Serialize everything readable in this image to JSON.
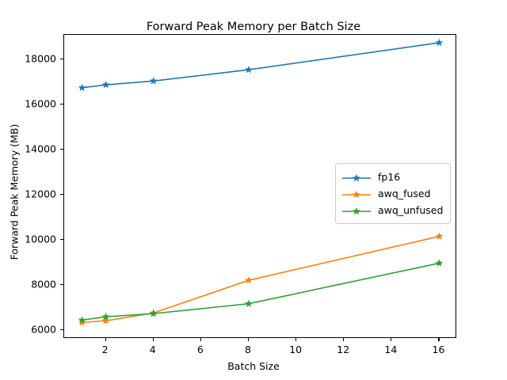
{
  "chart_data": {
    "type": "line",
    "title": "Forward Peak Memory per Batch Size",
    "xlabel": "Batch Size",
    "ylabel": "Forward Peak Memory (MB)",
    "x": [
      1,
      2,
      4,
      8,
      16
    ],
    "xlim": [
      0.25,
      16.75
    ],
    "ylim": [
      5600,
      19100
    ],
    "xticks": [
      2,
      4,
      6,
      8,
      10,
      12,
      14,
      16
    ],
    "yticks": [
      6000,
      8000,
      10000,
      12000,
      14000,
      16000,
      18000
    ],
    "grid": false,
    "legend_position": "center right",
    "marker": "star",
    "series": [
      {
        "name": "fp16",
        "color": "#1f77b4",
        "values": [
          16750,
          16880,
          17050,
          17550,
          18750
        ]
      },
      {
        "name": "awq_fused",
        "color": "#ff7f0e",
        "values": [
          6330,
          6400,
          6750,
          8200,
          10150
        ]
      },
      {
        "name": "awq_unfused",
        "color": "#2ca02c",
        "values": [
          6430,
          6580,
          6720,
          7160,
          8960
        ]
      }
    ]
  },
  "figure": {
    "background": "#ffffff",
    "axes_color": "#000000"
  }
}
